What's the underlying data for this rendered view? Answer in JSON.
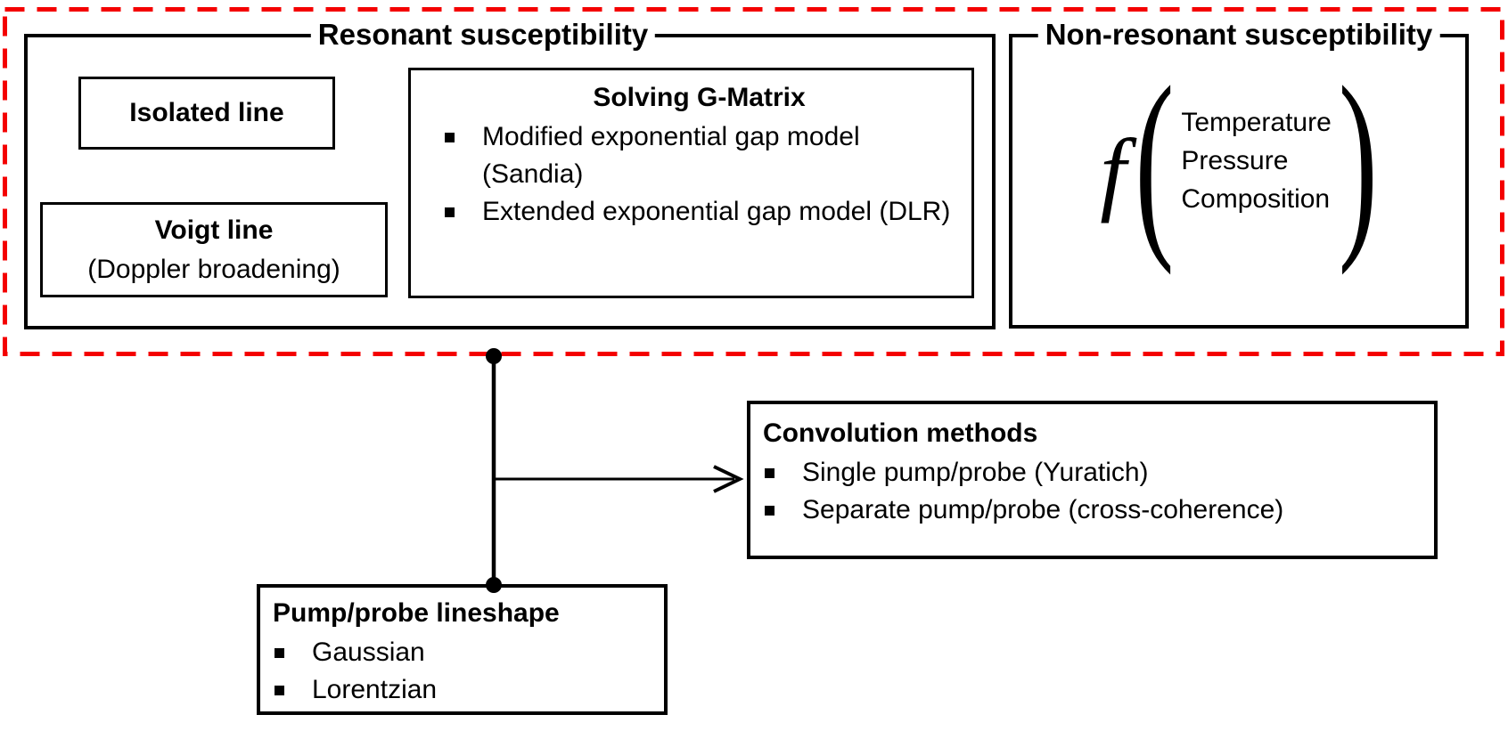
{
  "diagram": {
    "resonant": {
      "title": "Resonant susceptibility",
      "isolated_line": {
        "title": "Isolated line"
      },
      "voigt": {
        "title": "Voigt line",
        "subtitle": "(Doppler broadening)"
      },
      "gmatrix": {
        "title": "Solving G-Matrix",
        "bullets": [
          "Modified exponential gap model (Sandia)",
          "Extended exponential gap model (DLR)"
        ]
      }
    },
    "nonresonant": {
      "title": "Non-resonant susceptibility",
      "function_symbol": "f",
      "open_paren": "(",
      "close_paren": ")",
      "arguments": [
        "Temperature",
        "Pressure",
        "Composition"
      ]
    },
    "convolution": {
      "title": "Convolution methods",
      "bullets": [
        "Single pump/probe (Yuratich)",
        "Separate pump/probe (cross-coherence)"
      ]
    },
    "pumpprobe": {
      "title": "Pump/probe lineshape",
      "bullets": [
        "Gaussian",
        "Lorentzian"
      ]
    },
    "colors": {
      "dashed_border": "#f40000",
      "box_border": "#000000",
      "text": "#000000",
      "background": "#ffffff"
    }
  }
}
